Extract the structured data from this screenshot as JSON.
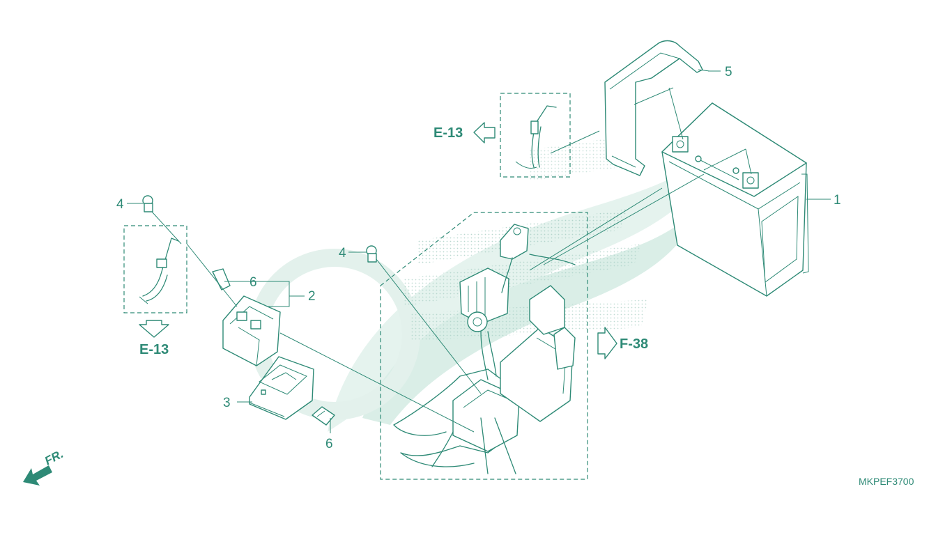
{
  "callouts": {
    "n1": "1",
    "n2": "2",
    "n3": "3",
    "n4a": "4",
    "n4b": "4",
    "n5": "5",
    "n6a": "6",
    "n6b": "6"
  },
  "references": {
    "e13_top": "E-13",
    "e13_left": "E-13",
    "f38": "F-38"
  },
  "direction_label": "FR.",
  "diagram_code": "MKPEF3700",
  "colors": {
    "line": "#2e8a76",
    "watermark": "#cfe9e1",
    "background": "#ffffff"
  }
}
